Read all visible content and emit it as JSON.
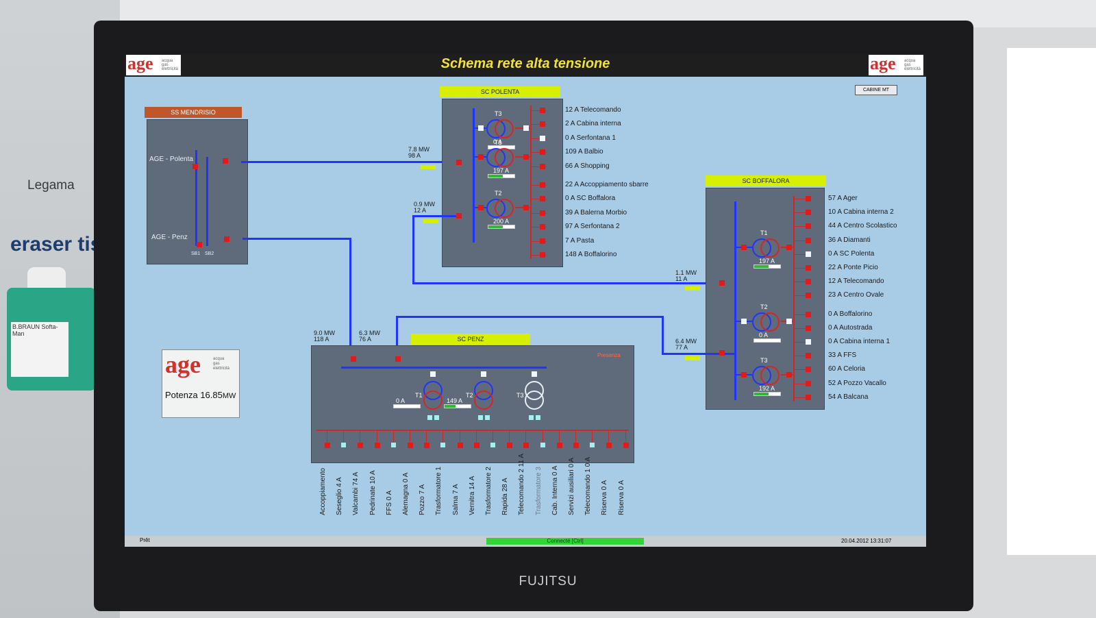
{
  "window": {
    "title": "Schema rete alta tensione",
    "cabine_button": "CABINE MT"
  },
  "brand": {
    "monitor_logo": "FUJITSU",
    "logo_word": "age",
    "logo_sub": [
      "acqua",
      "gas",
      "elettricità"
    ]
  },
  "room": {
    "box_text_1": "Legama",
    "box_text_2": "eraser tis",
    "bottle_label": "B.BRAUN Softa-Man"
  },
  "potenza": {
    "label": "Potenza",
    "value": "16.85",
    "unit": "MW"
  },
  "mendrisio": {
    "title": "SS MENDRISIO",
    "line1": "AGE - Polenta",
    "line2": "AGE - Penz",
    "sb1": "SB1",
    "sb2": "SB2"
  },
  "polenta": {
    "title": "SC POLENTA",
    "transformers": [
      {
        "name": "T3",
        "current": "0 A",
        "level": 0
      },
      {
        "name": "T1",
        "current": "197 A",
        "level": 55
      },
      {
        "name": "T2",
        "current": "200 A",
        "level": 56
      }
    ],
    "feeders": [
      {
        "current": "12",
        "unit": "A",
        "name": "Telecomando"
      },
      {
        "current": "2",
        "unit": "A",
        "name": "Cabina interna"
      },
      {
        "current": "0",
        "unit": "A",
        "name": "Serfontana 1"
      },
      {
        "current": "109",
        "unit": "A",
        "name": "Balbio"
      },
      {
        "current": "66",
        "unit": "A",
        "name": "Shopping"
      },
      {
        "current": "22",
        "unit": "A",
        "name": "Accoppiamento sbarre"
      },
      {
        "current": "0",
        "unit": "A",
        "name": "SC Boffalora"
      },
      {
        "current": "39",
        "unit": "A",
        "name": "Balerna Morbio"
      },
      {
        "current": "97",
        "unit": "A",
        "name": "Serfontana 2"
      },
      {
        "current": "7",
        "unit": "A",
        "name": "Pasta"
      },
      {
        "current": "148",
        "unit": "A",
        "name": "Boffalorino"
      }
    ],
    "flow_in_1": {
      "mw": "7.8",
      "a": "98"
    },
    "flow_in_2": {
      "mw": "0.9",
      "a": "12"
    }
  },
  "boffalora": {
    "title": "SC BOFFALORA",
    "transformers": [
      {
        "name": "T1",
        "current": "197 A",
        "level": 55
      },
      {
        "name": "T2",
        "current": "0 A",
        "level": 0
      },
      {
        "name": "T3",
        "current": "192 A",
        "level": 54
      }
    ],
    "feeders": [
      {
        "current": "57",
        "unit": "A",
        "name": "Ager"
      },
      {
        "current": "10",
        "unit": "A",
        "name": "Cabina interna 2"
      },
      {
        "current": "44",
        "unit": "A",
        "name": "Centro Scolastico"
      },
      {
        "current": "36",
        "unit": "A",
        "name": "Diamanti"
      },
      {
        "current": "0",
        "unit": "A",
        "name": "SC Polenta"
      },
      {
        "current": "22",
        "unit": "A",
        "name": "Ponte Picio"
      },
      {
        "current": "12",
        "unit": "A",
        "name": "Telecomando"
      },
      {
        "current": "23",
        "unit": "A",
        "name": "Centro Ovale"
      },
      {
        "current": "0",
        "unit": "A",
        "name": "Boffalorino"
      },
      {
        "current": "0",
        "unit": "A",
        "name": "Autostrada"
      },
      {
        "current": "0",
        "unit": "A",
        "name": "Cabina interna 1"
      },
      {
        "current": "33",
        "unit": "A",
        "name": "FFS"
      },
      {
        "current": "60",
        "unit": "A",
        "name": "Celoria"
      },
      {
        "current": "52",
        "unit": "A",
        "name": "Pozzo Vacallo"
      },
      {
        "current": "54",
        "unit": "A",
        "name": "Balcana"
      }
    ],
    "flow_in_1": {
      "mw": "1.1",
      "a": "11"
    },
    "flow_in_2": {
      "mw": "6.4",
      "a": "77"
    }
  },
  "penz": {
    "title": "SC PENZ",
    "presence": "Presenza",
    "transformers": [
      {
        "name": "T1",
        "current": "0 A",
        "level": 0
      },
      {
        "name": "T2",
        "current": "149 A",
        "level": 42
      },
      {
        "name": "T3",
        "current": "",
        "level": 0
      }
    ],
    "flow_in_1": {
      "mw": "9.0",
      "a": "118"
    },
    "flow_in_2": {
      "mw": "6.3",
      "a": "76"
    },
    "feeders": [
      "Accoppiamento",
      "Seseglio 4 A",
      "Valcambi 74 A",
      "Pedrinate 10 A",
      "FFS 0 A",
      "Alemagna 0 A",
      "Pozzo 7 A",
      "Trasformatore 1",
      "Salma 7 A",
      "Vernitra 14 A",
      "Trasformatore 2",
      "Rapida 28 A",
      "Telecomando 2 11 A",
      "Trasformatore 3",
      "Cab. Interna 0 A",
      "Servizi ausiliari 0 A",
      "Telecomando 1 0 A",
      "Riserva 0 A",
      "Riserva 0 A"
    ]
  },
  "status": {
    "left": "Prêt",
    "connection": "Connecté [Ctrl]",
    "datetime": "20.04.2012 13:31:07"
  },
  "colors": {
    "bus": "#1f34ff",
    "feeder": "#d22727",
    "header": "#d7ef00",
    "panel": "#5f6b7b",
    "title": "#f2e233"
  }
}
